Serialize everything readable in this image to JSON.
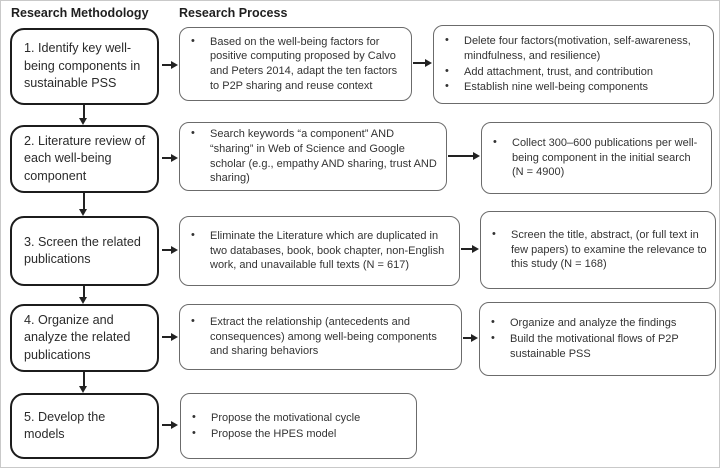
{
  "headers": {
    "methodology": "Research Methodology",
    "process": "Research Process"
  },
  "colors": {
    "background": "#ffffff",
    "step_box_border": "#1c1c1c",
    "detail_box_border": "#6b6b6b",
    "text": "#333333"
  },
  "rows": [
    {
      "step": "1. Identify key well-being components in sustainable PSS",
      "process": [
        "Based on the well-being factors for positive computing proposed by Calvo and Peters 2014, adapt the ten factors to P2P sharing and reuse context"
      ],
      "outcome": [
        "Delete four factors(motivation, self-awareness, mindfulness, and resilience)",
        "Add attachment, trust, and contribution",
        "Establish nine well-being components"
      ]
    },
    {
      "step": "2. Literature review of each well-being component",
      "process": [
        "Search keywords “a component” AND “sharing” in Web of Science and Google scholar (e.g., empathy AND sharing, trust AND sharing)"
      ],
      "outcome": [
        "Collect 300–600 publications per well-being component in the initial search (N = 4900)"
      ]
    },
    {
      "step": "3. Screen the related publications",
      "process": [
        "Eliminate the Literature which are duplicated in two databases, book, book chapter, non-English work, and unavailable full texts (N = 617)"
      ],
      "outcome": [
        "Screen the title, abstract, (or full text in few papers) to examine the relevance to this study (N = 168)"
      ]
    },
    {
      "step": "4. Organize and analyze the related publications",
      "process": [
        "Extract the relationship (antecedents and consequences) among well-being components and sharing behaviors"
      ],
      "outcome": [
        "Organize and analyze the findings",
        "Build the motivational flows of P2P sustainable PSS"
      ]
    },
    {
      "step": "5. Develop the models",
      "process": [
        "Propose the motivational cycle",
        "Propose the HPES model"
      ],
      "outcome": []
    }
  ]
}
